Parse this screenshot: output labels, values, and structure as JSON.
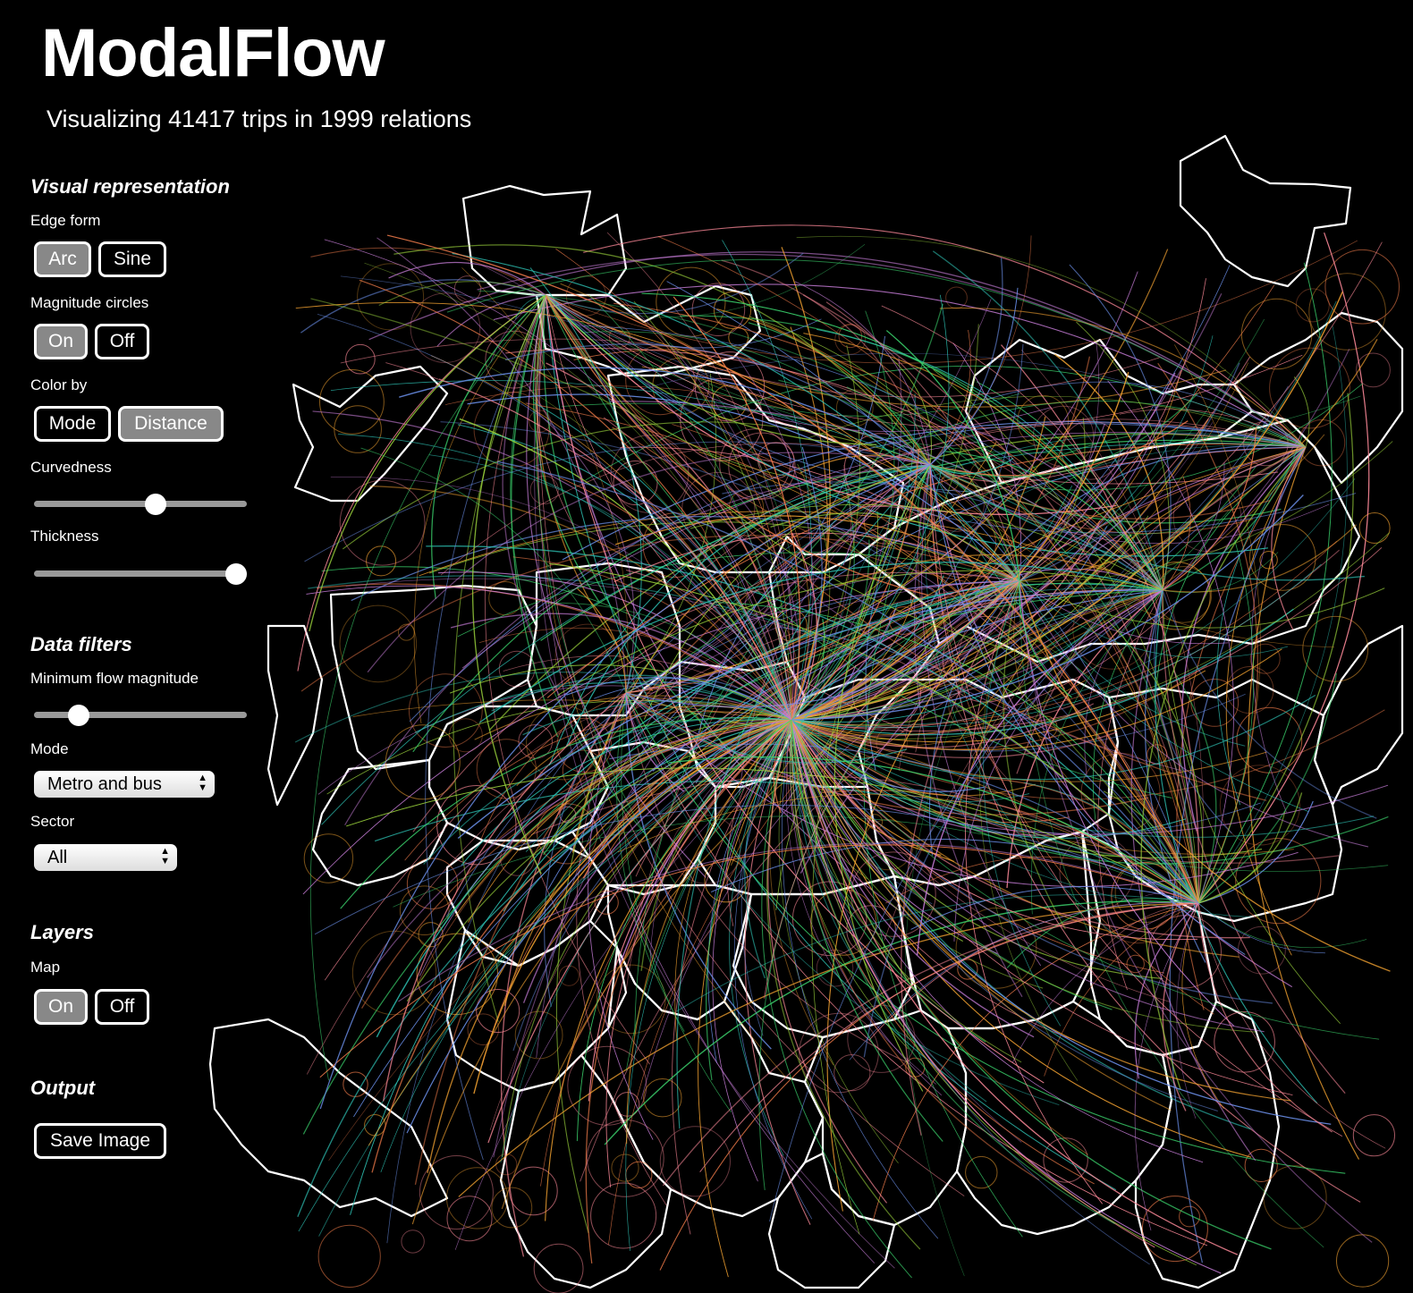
{
  "header": {
    "title": "ModalFlow",
    "subtitle": "Visualizing 41417 trips in 1999 relations"
  },
  "visual": {
    "section_title": "Visual representation",
    "edge_form": {
      "label": "Edge form",
      "options": [
        "Arc",
        "Sine"
      ],
      "selected": "Arc"
    },
    "magnitude_circles": {
      "label": "Magnitude circles",
      "options": [
        "On",
        "Off"
      ],
      "selected": "On"
    },
    "color_by": {
      "label": "Color by",
      "options": [
        "Mode",
        "Distance"
      ],
      "selected": "Distance"
    },
    "curvedness": {
      "label": "Curvedness",
      "value": 0.57
    },
    "thickness": {
      "label": "Thickness",
      "value": 0.95
    }
  },
  "filters": {
    "section_title": "Data filters",
    "min_flow": {
      "label": "Minimum flow magnitude",
      "value": 0.21
    },
    "mode": {
      "label": "Mode",
      "selected": "Metro and bus"
    },
    "sector": {
      "label": "Sector",
      "selected": "All"
    }
  },
  "layers": {
    "section_title": "Layers",
    "map": {
      "label": "Map",
      "options": [
        "On",
        "Off"
      ],
      "selected": "On"
    }
  },
  "output": {
    "section_title": "Output",
    "save_label": "Save Image"
  },
  "colors": {
    "background": "#000000",
    "button_active": "#888888",
    "boundary": "#ffffff",
    "flow_palette": [
      "#2ec4b6",
      "#3ad16b",
      "#9bd43c",
      "#f0a030",
      "#f27c4a",
      "#ff8a9a",
      "#c77dd8",
      "#6a8ee8"
    ]
  }
}
